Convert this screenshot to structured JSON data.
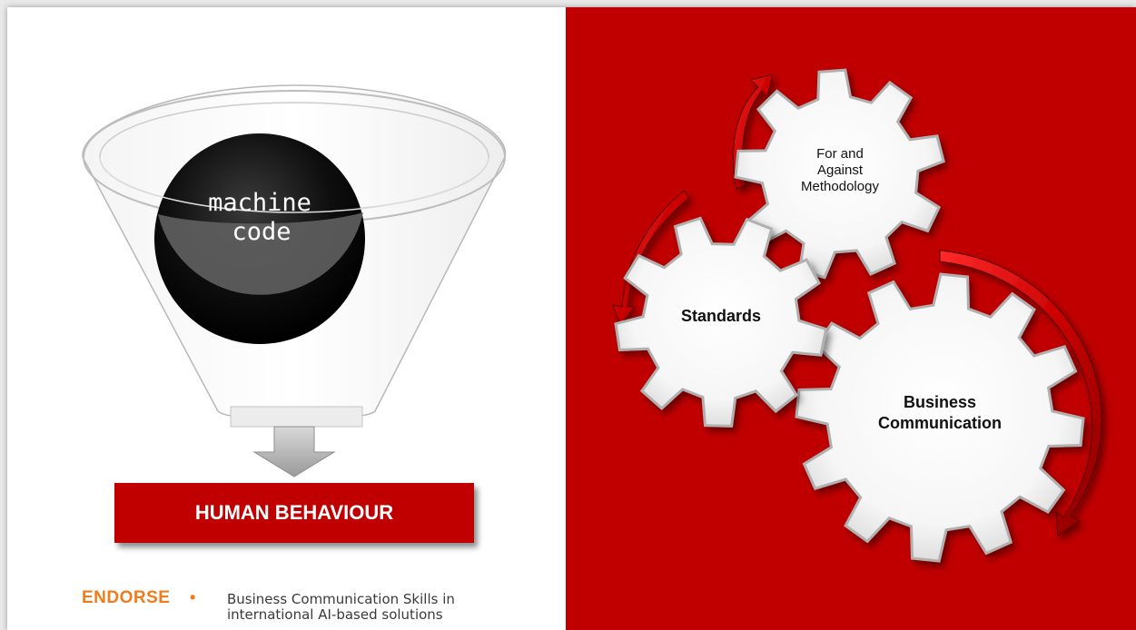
{
  "funnel": {
    "sphere_text_line1": "machine",
    "sphere_text_line2": "code"
  },
  "output_box": {
    "label": "HUMAN BEHAVIOUR"
  },
  "gears": {
    "top_line1": "For and",
    "top_line2": "Against",
    "top_line3": "Methodology",
    "middle_label": "Standards",
    "large_line1": "Business",
    "large_line2": "Communication"
  },
  "footer": {
    "brand": "ENDORSE",
    "brand_separator": "•",
    "tagline_bold": "Business Communication Skills",
    "tagline_rest_line1": " in",
    "tagline_line2": "international AI-based solutions"
  },
  "colors": {
    "red_panel": "#c00000",
    "brand_orange": "#f07c1c",
    "arrow_red": "#d40000"
  }
}
